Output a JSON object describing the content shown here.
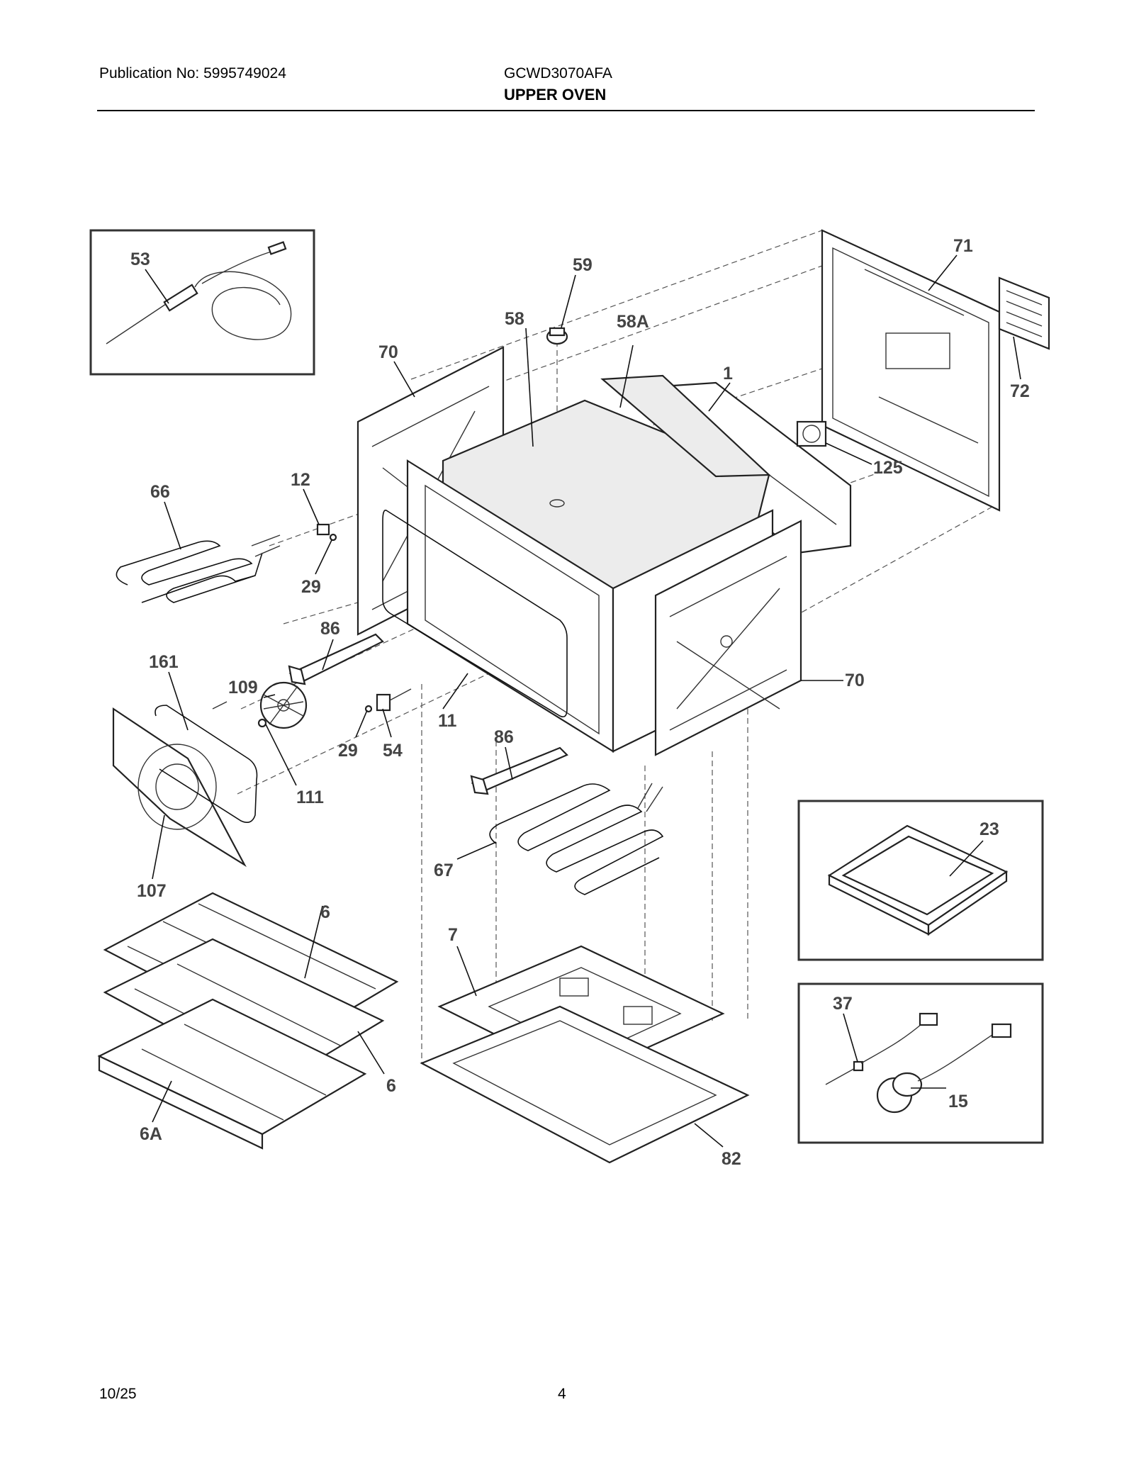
{
  "header": {
    "publication": "Publication No: 5995749024",
    "model": "GCWD3070AFA",
    "section": "UPPER OVEN"
  },
  "footer": {
    "date": "10/25",
    "page": "4"
  },
  "callouts": {
    "c53": "53",
    "c59": "59",
    "c58": "58",
    "c58A": "58A",
    "c71": "71",
    "c72": "72",
    "c70a": "70",
    "c1": "1",
    "c125": "125",
    "c66": "66",
    "c12": "12",
    "c29a": "29",
    "c86a": "86",
    "c161": "161",
    "c109": "109",
    "c29b": "29",
    "c54": "54",
    "c11": "11",
    "c70b": "70",
    "c111": "111",
    "c86b": "86",
    "c107": "107",
    "c67": "67",
    "c23": "23",
    "c6a": "6",
    "c7": "7",
    "c37": "37",
    "c6b": "6",
    "c15": "15",
    "c6A": "6A",
    "c82": "82"
  },
  "colors": {
    "line": "#222222",
    "label": "#444444",
    "fill": "#ececec"
  }
}
